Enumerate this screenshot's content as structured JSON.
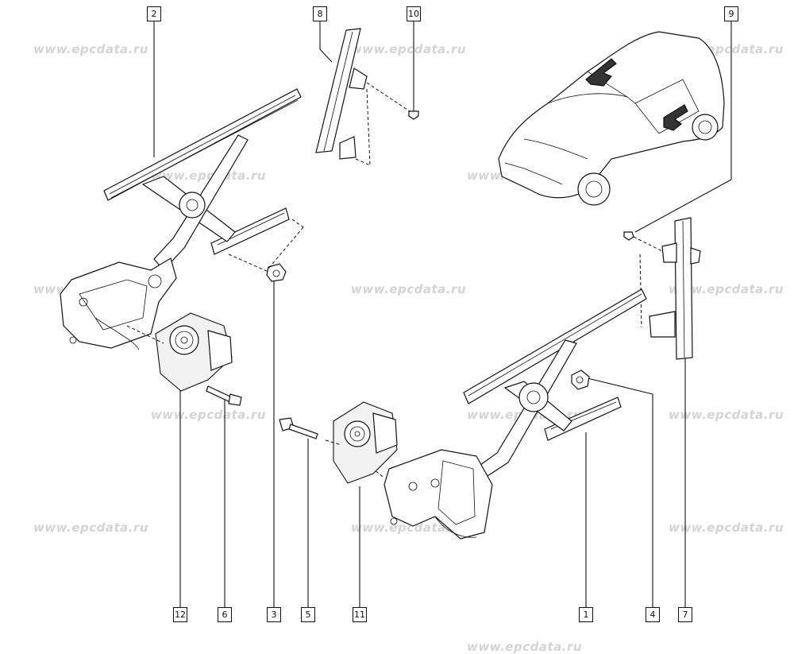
{
  "watermark": "www.epcdata.ru",
  "callouts": {
    "c1": "1",
    "c2": "2",
    "c3": "3",
    "c4": "4",
    "c5": "5",
    "c6": "6",
    "c7": "7",
    "c8": "8",
    "c9": "9",
    "c10": "10",
    "c11": "11",
    "c12": "12"
  }
}
